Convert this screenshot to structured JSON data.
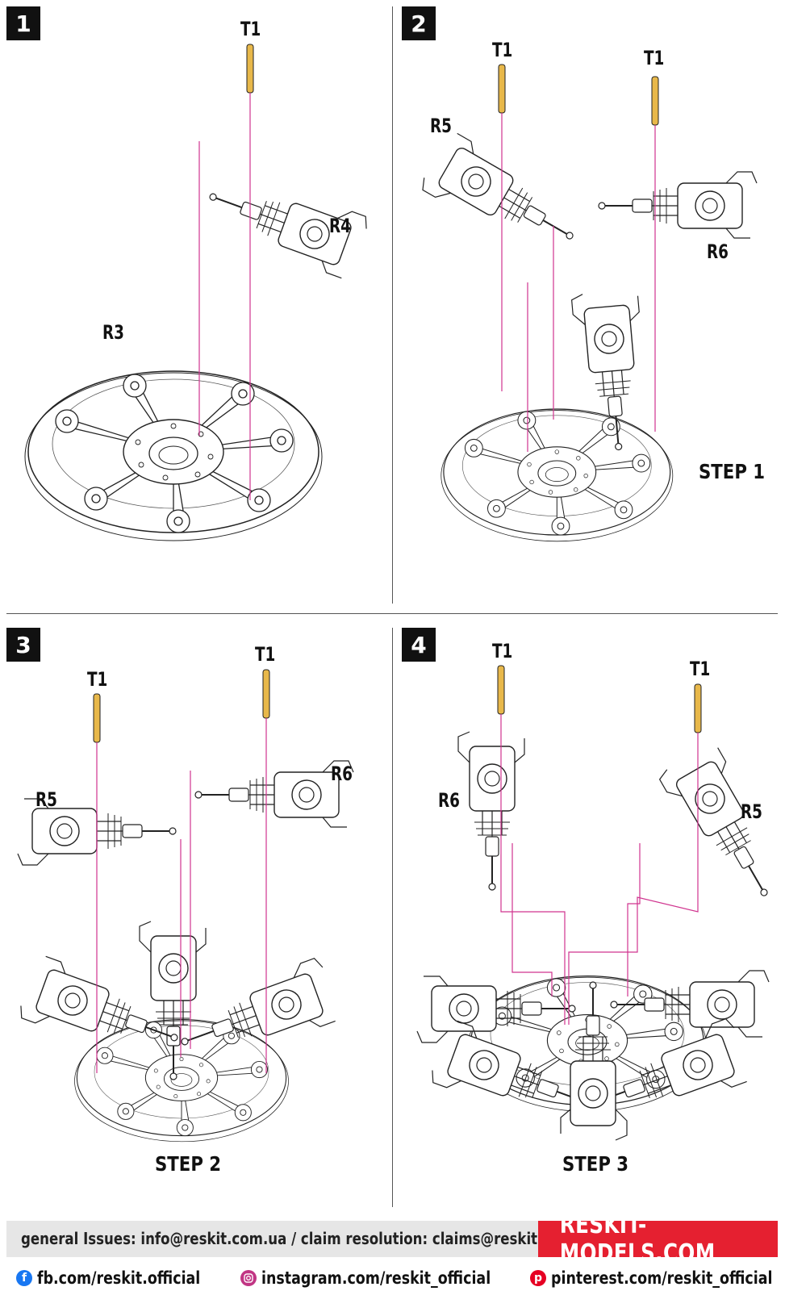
{
  "steps": [
    {
      "number": "1",
      "labels": {
        "pin": "T1",
        "part_a": "R4",
        "base": "R3"
      }
    },
    {
      "number": "2",
      "labels": {
        "pin_left": "T1",
        "pin_right": "T1",
        "part_a": "R5",
        "part_b": "R6"
      },
      "caption": "STEP 1"
    },
    {
      "number": "3",
      "labels": {
        "pin_left": "T1",
        "pin_right": "T1",
        "part_a": "R5",
        "part_b": "R6"
      },
      "caption": "STEP 2"
    },
    {
      "number": "4",
      "labels": {
        "pin_left": "T1",
        "pin_right": "T1",
        "part_a": "R6",
        "part_b": "R5"
      },
      "caption": "STEP 3"
    }
  ],
  "footer": {
    "contact": "general Issues: info@reskit.com.ua / claim resolution: claims@reskit.com.ua",
    "brand": "RESKIT-MODELS.COM",
    "social": [
      {
        "icon": "facebook-icon",
        "text": "fb.com/reskit.official",
        "color": "#1877f2"
      },
      {
        "icon": "instagram-icon",
        "text": "instagram.com/reskit_official",
        "color": "#c13584"
      },
      {
        "icon": "pinterest-icon",
        "text": "pinterest.com/reskit_official",
        "color": "#e60023"
      }
    ]
  },
  "colors": {
    "guide_line": "#d0348f",
    "pin": "#e8b84a",
    "brand": "#e52030"
  }
}
